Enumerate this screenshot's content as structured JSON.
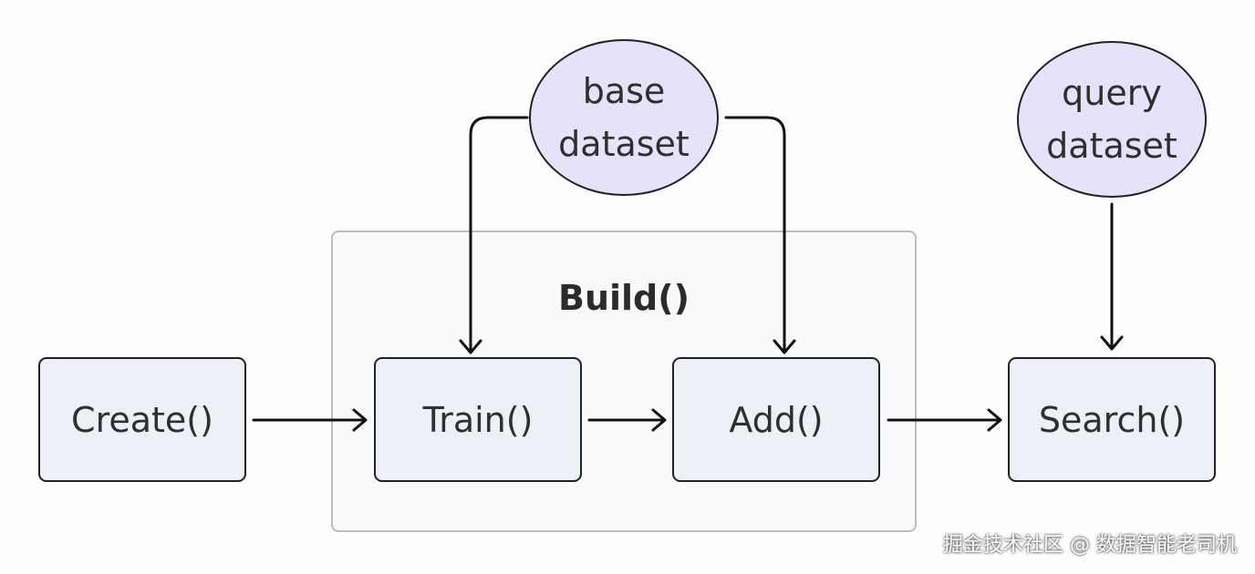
{
  "diagram": {
    "group": {
      "title": "Build()"
    },
    "nodes": {
      "create": "Create()",
      "train": "Train()",
      "add": "Add()",
      "search": "Search()"
    },
    "datasets": {
      "base": {
        "line1": "base",
        "line2": "dataset"
      },
      "query": {
        "line1": "query",
        "line2": "dataset"
      }
    },
    "edges": [
      {
        "from": "Create()",
        "to": "Train()"
      },
      {
        "from": "Train()",
        "to": "Add()"
      },
      {
        "from": "Add()",
        "to": "Search()"
      },
      {
        "from": "base dataset",
        "to": "Train()"
      },
      {
        "from": "base dataset",
        "to": "Add()"
      },
      {
        "from": "query dataset",
        "to": "Search()"
      }
    ],
    "colors": {
      "node_fill": "#eef0f8",
      "dataset_fill": "#e7e2fa",
      "group_fill": "#f8f9fb",
      "stroke": "#222222"
    }
  },
  "watermark": "掘金技术社区 @ 数据智能老司机"
}
